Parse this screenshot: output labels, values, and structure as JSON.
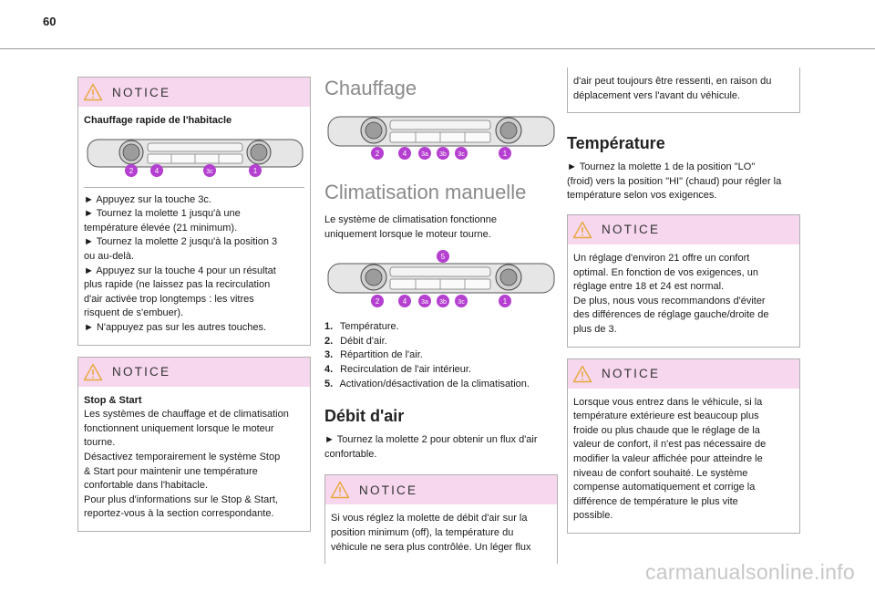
{
  "page_number": "60",
  "watermark": "carmanualsonline.info",
  "notice_label": "NOTICE",
  "col1": {
    "notice1": {
      "subtitle": "Chauffage rapide de l'habitacle",
      "callouts": [
        "2",
        "4",
        "3c",
        "1"
      ],
      "lines": [
        "► Appuyez sur la touche 3c.",
        "► Tournez la molette 1 jusqu'à une",
        "température élevée (21 minimum).",
        "► Tournez la molette 2 jusqu'à la position 3",
        "ou au-delà.",
        "► Appuyez sur la touche 4 pour un résultat",
        "plus rapide (ne laissez pas la recirculation",
        "d'air activée trop longtemps : les vitres",
        "risquent de s'embuer).",
        "► N'appuyez pas sur les autres touches."
      ]
    },
    "notice2": {
      "subtitle": "Stop & Start",
      "lines": [
        "Les systèmes de chauffage et de climatisation",
        "fonctionnent uniquement lorsque le moteur",
        "tourne.",
        "Désactivez temporairement le système Stop",
        "& Start pour maintenir une température",
        "confortable dans l'habitacle.",
        "Pour plus d'informations sur le Stop & Start,",
        "reportez-vous à la section correspondante."
      ]
    }
  },
  "col2": {
    "chauffage_title": "Chauffage",
    "panel1_callouts": [
      "2",
      "4",
      "3a",
      "3b",
      "3c",
      "1"
    ],
    "clim_title": "Climatisation manuelle",
    "clim_intro": [
      "Le système de climatisation fonctionne",
      "uniquement lorsque le moteur tourne."
    ],
    "panel2_callouts": [
      "2",
      "4",
      "3a",
      "3b",
      "3c",
      "5",
      "1"
    ],
    "list": [
      {
        "num": "1.",
        "text": "Température."
      },
      {
        "num": "2.",
        "text": "Débit d'air."
      },
      {
        "num": "3.",
        "text": "Répartition de l'air."
      },
      {
        "num": "4.",
        "text": "Recirculation de l'air intérieur."
      },
      {
        "num": "5.",
        "text": "Activation/désactivation de la climatisation."
      }
    ],
    "debit_title": "Débit d'air",
    "debit_text": [
      "► Tournez la molette 2 pour obtenir un flux d'air",
      "confortable."
    ],
    "notice3_lines": [
      "Si vous réglez la molette de débit d'air sur la",
      "position minimum (off), la température du",
      "véhicule ne sera plus contrôlée. Un léger flux"
    ]
  },
  "col3": {
    "cont_lines": [
      "d'air peut toujours être ressenti, en raison du",
      "déplacement vers l'avant du véhicule."
    ],
    "temp_title": "Température",
    "temp_text": [
      "► Tournez la molette 1 de la position \"LO\"",
      "(froid) vers la position \"HI\" (chaud) pour régler la",
      "température selon vos exigences."
    ],
    "notice4_lines": [
      "Un réglage d'environ 21 offre un confort",
      "optimal. En fonction de vos exigences, un",
      "réglage entre 18 et 24 est normal.",
      "De plus, nous vous recommandons d'éviter",
      "des différences de réglage gauche/droite de",
      "plus de 3."
    ],
    "notice5_lines": [
      "Lorsque vous entrez dans le véhicule, si la",
      "température extérieure est beaucoup plus",
      "froide ou plus chaude que le réglage de la",
      "valeur de confort, il n'est pas nécessaire de",
      "modifier la valeur affichée pour atteindre le",
      "niveau de confort souhaité. Le système",
      "compense automatiquement et corrige la",
      "différence de température le plus vite",
      "possible."
    ]
  },
  "colors": {
    "notice_header": "#f6d7ee",
    "callout": "#b43fd0",
    "heading_grey": "#8a8a8a"
  },
  "icons": [
    "warning-triangle-icon"
  ]
}
